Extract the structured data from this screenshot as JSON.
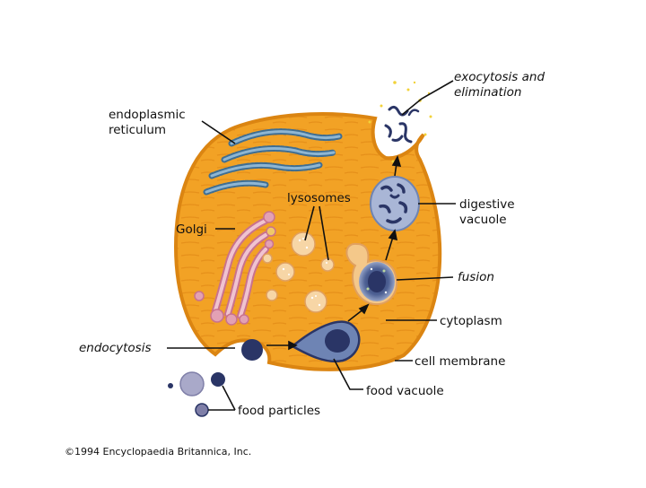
{
  "labels": {
    "exocytosis_line1": "exocytosis and",
    "exocytosis_line2": "elimination",
    "er_line1": "endoplasmic",
    "er_line2": "reticulum",
    "lysosomes": "lysosomes",
    "golgi": "Golgi",
    "digestive_line1": "digestive",
    "digestive_line2": "vacuole",
    "fusion": "fusion",
    "cytoplasm": "cytoplasm",
    "endocytosis": "endocytosis",
    "cell_membrane": "cell membrane",
    "food_vacuole": "food vacuole",
    "food_particles": "food particles"
  },
  "copyright": "©1994 Encyclopaedia Britannica, Inc.",
  "colors": {
    "cytoplasm": "#F2A225",
    "membrane": "#E08A10",
    "er": "#5A86A8",
    "golgi": "#E3A1B4",
    "lysosome": "#F7D6A6",
    "vacuole_dark": "#2A3566",
    "vacuole_light": "#6E84B4",
    "food_particle": "#A9A9C9"
  }
}
